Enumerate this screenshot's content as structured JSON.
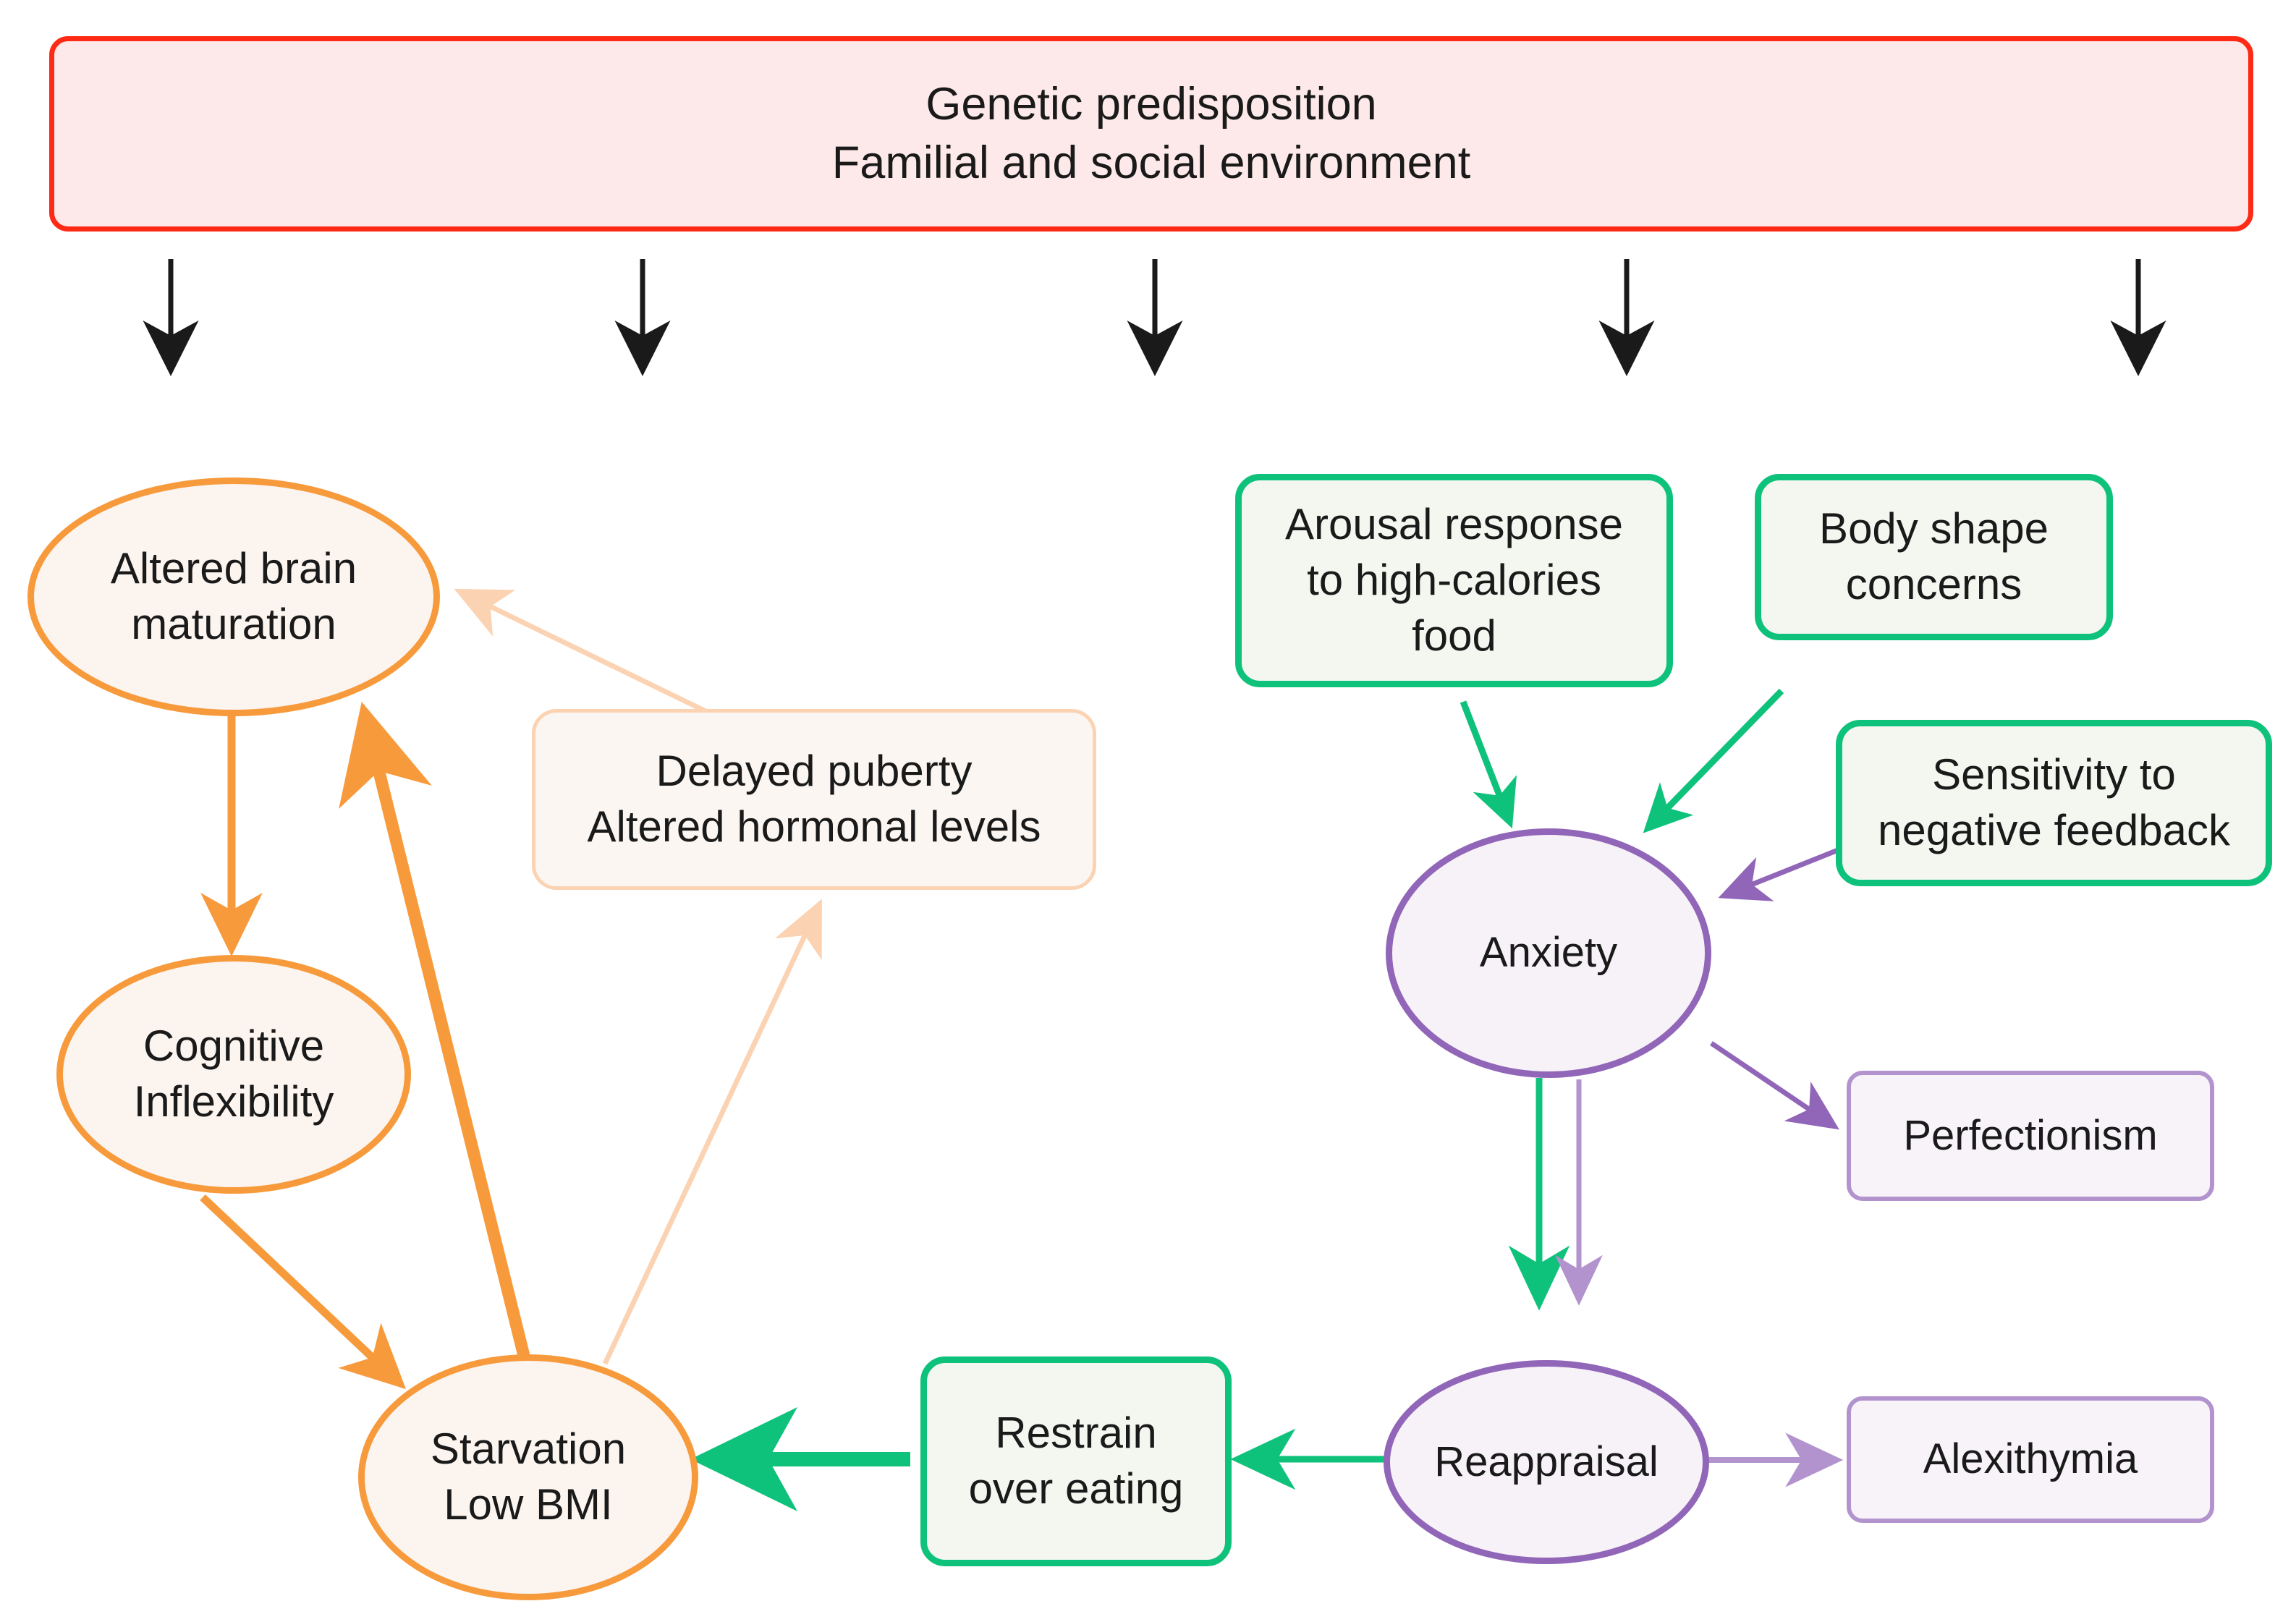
{
  "diagram": {
    "title_node": {
      "id": "genetic-predisposition",
      "lines": "Genetic predisposition\nFamilial and social environment",
      "shape": "rounded-rect",
      "border_color": "#FF2A16",
      "fill_color": "#FDE9E9"
    },
    "nodes": [
      {
        "id": "altered-brain-maturation",
        "label": "Altered brain\nmaturation",
        "shape": "ellipse",
        "group": "orange",
        "border_color": "#F79A3C",
        "fill_color": "#FCF4EF"
      },
      {
        "id": "delayed-puberty",
        "label": "Delayed puberty\nAltered hormonal levels",
        "shape": "rounded-rect",
        "group": "orange-soft",
        "border_color": "#FBD3B2",
        "fill_color": "#FBF6F2"
      },
      {
        "id": "cognitive-inflexibility",
        "label": "Cognitive\nInflexibility",
        "shape": "ellipse",
        "group": "orange",
        "border_color": "#F79A3C",
        "fill_color": "#FCF4EF"
      },
      {
        "id": "starvation-low-bmi",
        "label": "Starvation\nLow BMI",
        "shape": "ellipse",
        "group": "orange",
        "border_color": "#F79A3C",
        "fill_color": "#FCF4EF"
      },
      {
        "id": "arousal-response",
        "label": "Arousal response\nto high-calories\nfood",
        "shape": "rounded-rect",
        "group": "green",
        "border_color": "#0FC27B",
        "fill_color": "#F4F7F0"
      },
      {
        "id": "body-shape-concerns",
        "label": "Body shape\nconcerns",
        "shape": "rounded-rect",
        "group": "green",
        "border_color": "#0FC27B",
        "fill_color": "#F4F7F0"
      },
      {
        "id": "sensitivity-negative-feedback",
        "label": "Sensitivity to\nnegative feedback",
        "shape": "rounded-rect",
        "group": "green",
        "border_color": "#0FC27B",
        "fill_color": "#F4F7F0"
      },
      {
        "id": "anxiety",
        "label": "Anxiety",
        "shape": "ellipse",
        "group": "purple",
        "border_color": "#9166B8",
        "fill_color": "#F7F2F8"
      },
      {
        "id": "perfectionism",
        "label": "Perfectionism",
        "shape": "rounded-rect",
        "group": "purple-rect",
        "border_color": "#B293CD",
        "fill_color": "#F7F3F9"
      },
      {
        "id": "restrain-over-eating",
        "label": "Restrain\nover eating",
        "shape": "rounded-rect",
        "group": "green",
        "border_color": "#0FC27B",
        "fill_color": "#F4F7F0"
      },
      {
        "id": "reappraisal",
        "label": "Reappraisal",
        "shape": "ellipse",
        "group": "purple",
        "border_color": "#9166B8",
        "fill_color": "#F7F2F8"
      },
      {
        "id": "alexithymia",
        "label": "Alexithymia",
        "shape": "rounded-rect",
        "group": "purple-rect",
        "border_color": "#B293CD",
        "fill_color": "#F7F3F9"
      }
    ],
    "edges": [
      {
        "id": "banner-drop-1",
        "from": "genetic-predisposition",
        "to": "",
        "color": "#1a1a1a",
        "style": "solid"
      },
      {
        "id": "banner-drop-2",
        "from": "genetic-predisposition",
        "to": "",
        "color": "#1a1a1a",
        "style": "solid"
      },
      {
        "id": "banner-drop-3",
        "from": "genetic-predisposition",
        "to": "",
        "color": "#1a1a1a",
        "style": "solid"
      },
      {
        "id": "banner-drop-4",
        "from": "genetic-predisposition",
        "to": "",
        "color": "#1a1a1a",
        "style": "solid"
      },
      {
        "id": "banner-drop-5",
        "from": "genetic-predisposition",
        "to": "",
        "color": "#1a1a1a",
        "style": "solid"
      },
      {
        "id": "brain-to-cognitive",
        "from": "altered-brain-maturation",
        "to": "cognitive-inflexibility",
        "color": "#F79A3C"
      },
      {
        "id": "cognitive-to-starvation",
        "from": "cognitive-inflexibility",
        "to": "starvation-low-bmi",
        "color": "#F79A3C"
      },
      {
        "id": "starvation-to-brain",
        "from": "starvation-low-bmi",
        "to": "altered-brain-maturation",
        "color": "#F79A3C"
      },
      {
        "id": "starvation-to-delayed-puberty",
        "from": "starvation-low-bmi",
        "to": "delayed-puberty",
        "color": "#FBD3B2"
      },
      {
        "id": "delayed-puberty-to-brain",
        "from": "delayed-puberty",
        "to": "altered-brain-maturation",
        "color": "#FBD3B2"
      },
      {
        "id": "arousal-to-anxiety",
        "from": "arousal-response",
        "to": "anxiety",
        "color": "#0FC27B"
      },
      {
        "id": "body-shape-to-anxiety",
        "from": "body-shape-concerns",
        "to": "anxiety",
        "color": "#0FC27B"
      },
      {
        "id": "sensitivity-to-anxiety",
        "from": "sensitivity-negative-feedback",
        "to": "anxiety",
        "color": "#9166B8"
      },
      {
        "id": "anxiety-to-perfectionism",
        "from": "anxiety",
        "to": "perfectionism",
        "color": "#9166B8"
      },
      {
        "id": "anxiety-to-reappraisal-green",
        "from": "anxiety",
        "to": "reappraisal",
        "color": "#0FC27B"
      },
      {
        "id": "anxiety-to-reappraisal-purple",
        "from": "anxiety",
        "to": "reappraisal",
        "color": "#B293CD"
      },
      {
        "id": "reappraisal-to-restrain",
        "from": "reappraisal",
        "to": "restrain-over-eating",
        "color": "#0FC27B"
      },
      {
        "id": "restrain-to-starvation",
        "from": "restrain-over-eating",
        "to": "starvation-low-bmi",
        "color": "#0FC27B"
      },
      {
        "id": "reappraisal-to-alexithymia",
        "from": "reappraisal",
        "to": "alexithymia",
        "color": "#B293CD"
      }
    ]
  }
}
